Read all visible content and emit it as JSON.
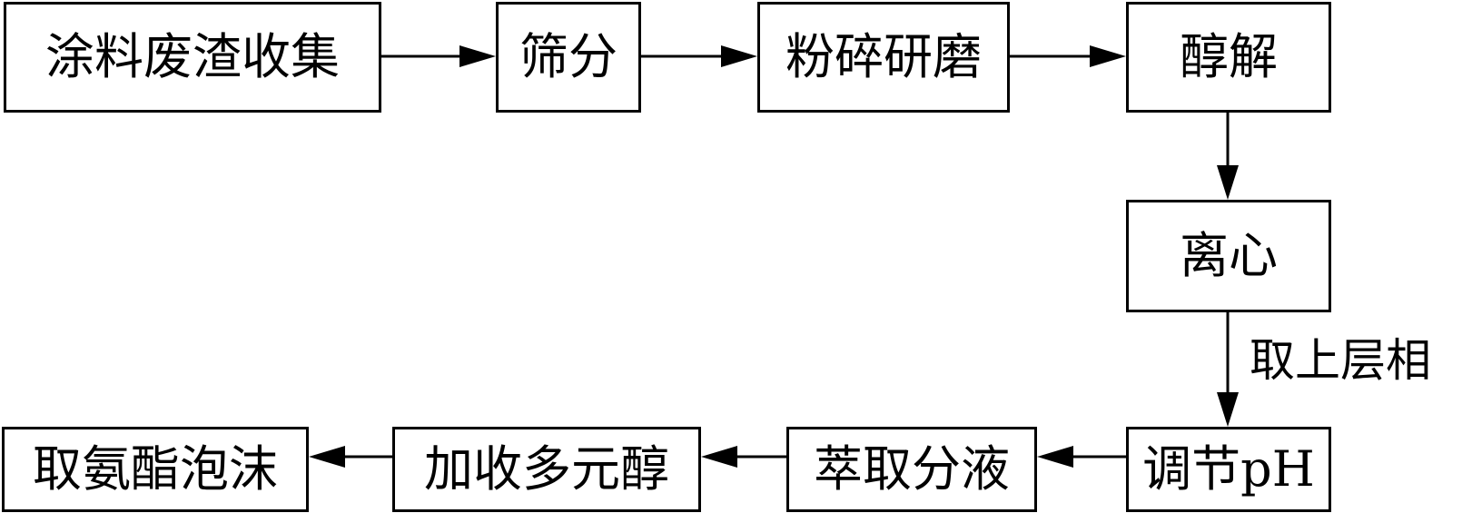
{
  "nodes": {
    "collect": "涂料废渣收集",
    "sieve": "筛分",
    "grind": "粉碎研磨",
    "alcoholysis": "醇解",
    "centrifuge": "离心",
    "adjust_ph": "调节pH",
    "extract": "萃取分液",
    "add_polyol": "加收多元醇",
    "foam": "取氨酯泡沫"
  },
  "edge_labels": {
    "centrifuge_to_adjust": "取上层相"
  }
}
